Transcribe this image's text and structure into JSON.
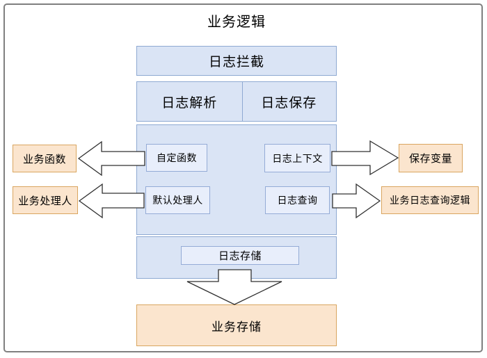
{
  "title": "业务逻辑",
  "interceptor": {
    "header": "日志拦截",
    "columns": [
      {
        "label": "日志解析"
      },
      {
        "label": "日志保存"
      }
    ],
    "nodes": {
      "custom_function": "自定函数",
      "log_context": "日志上下文",
      "default_handler": "默认处理人",
      "log_query": "日志查询",
      "log_storage": "日志存储"
    }
  },
  "external": {
    "business_function": "业务函数",
    "business_handler": "业务处理人",
    "save_variable": "保存变量",
    "business_log_query_logic": "业务日志查询逻辑",
    "business_storage": "业务存储"
  },
  "colors": {
    "panel_blue": "#dae4f5",
    "panel_border": "#8ea9d2",
    "node_blue": "#e8eefb",
    "node_border": "#94abd6",
    "orange_fill": "#fbe5ce",
    "orange_border": "#d9a55f",
    "frame_border": "#7f7f7f",
    "arrow_fill": "#ffffff",
    "arrow_stroke": "#303030"
  }
}
